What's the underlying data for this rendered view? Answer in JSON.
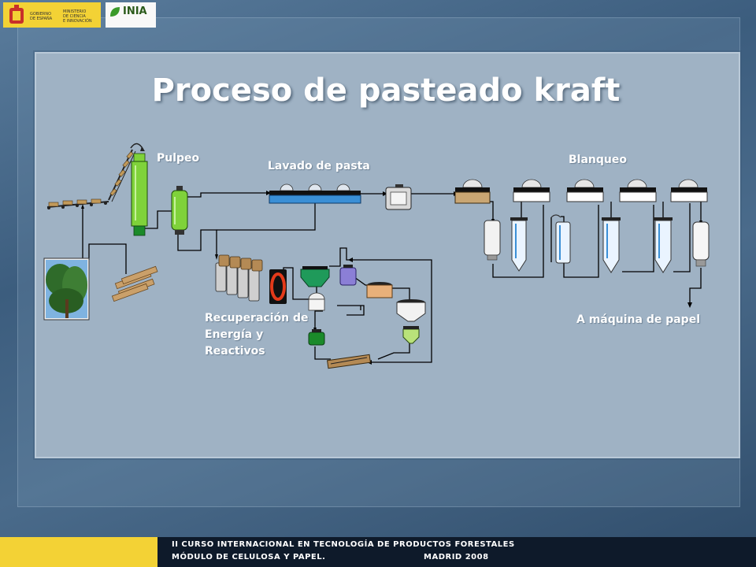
{
  "title": "Proceso de pasteado kraft",
  "labels": {
    "pulpeo": "Pulpeo",
    "lavado": "Lavado de pasta",
    "blanqueo": "Blanqueo",
    "recuperacion_1": "Recuperación de",
    "recuperacion_2": "Energía y",
    "recuperacion_3": "Reactivos",
    "maquina": "A máquina de papel"
  },
  "footer": {
    "line1": "II CURSO INTERNACIONAL EN TECNOLOGÍA DE PRODUCTOS FORESTALES",
    "line2": "MÓDULO DE CELULOSA Y PAPEL.",
    "line2_right": "MADRID 2008",
    "gov_1": "GOBIERNO",
    "gov_2": "DE ESPAÑA",
    "min_1": "MINISTERIO",
    "min_2": "DE CIENCIA",
    "min_3": "E INNOVACIÓN",
    "inia": "INIA"
  },
  "colors": {
    "panel": "#9fb2c4",
    "digester": "#7fd23a",
    "washer": "#3a8fd6",
    "green_tank": "#1f9a5a",
    "footer_bar": "#0e1a2a",
    "logo_yellow": "#f3d235"
  }
}
